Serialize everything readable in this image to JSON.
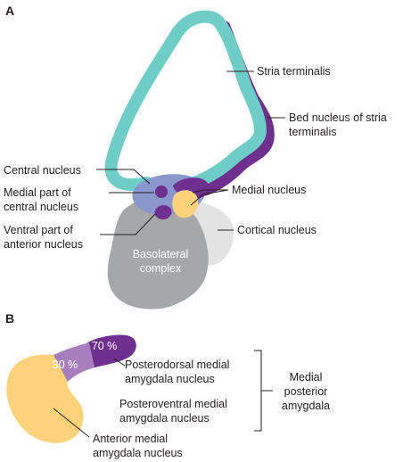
{
  "panel_a": {
    "letter": "A",
    "labels": {
      "stria_terminalis": "Stria terminalis",
      "bed_nucleus_line1": "Bed nucleus of stria",
      "bed_nucleus_line2": "terminalis",
      "central_nucleus": "Central nucleus",
      "medial_central_line1": "Medial part of",
      "medial_central_line2": "central nucleus",
      "ventral_anterior_line1": "Ventral part of",
      "ventral_anterior_line2": "anterior nucleus",
      "medial_nucleus": "Medial nucleus",
      "cortical_nucleus": "Cortical nucleus",
      "basolateral_line1": "Basolateral",
      "basolateral_line2": "complex"
    }
  },
  "panel_b": {
    "letter": "B",
    "pct_dorsal": "70 %",
    "pct_middle": "30 %",
    "labels": {
      "posterodorsal_line1": "Posterodorsal medial",
      "posterodorsal_line2": "amygdala nucleus",
      "posteroventral_line1": "Posteroventral medial",
      "posteroventral_line2": "amygdala nucleus",
      "anterior_line1": "Anterior medial",
      "anterior_line2": "amygdala nucleus",
      "group_line1": "Medial",
      "group_line2": "posterior",
      "group_line3": "amygdala"
    }
  },
  "colors": {
    "stria_teal": "#6fcdc8",
    "purple": "#6f2f8e",
    "light_purple": "#a77fbe",
    "blue_violet": "#8a97cc",
    "yellow": "#fdd27a",
    "gray": "#a6a7a9",
    "light_gray": "#e3e3e3"
  }
}
